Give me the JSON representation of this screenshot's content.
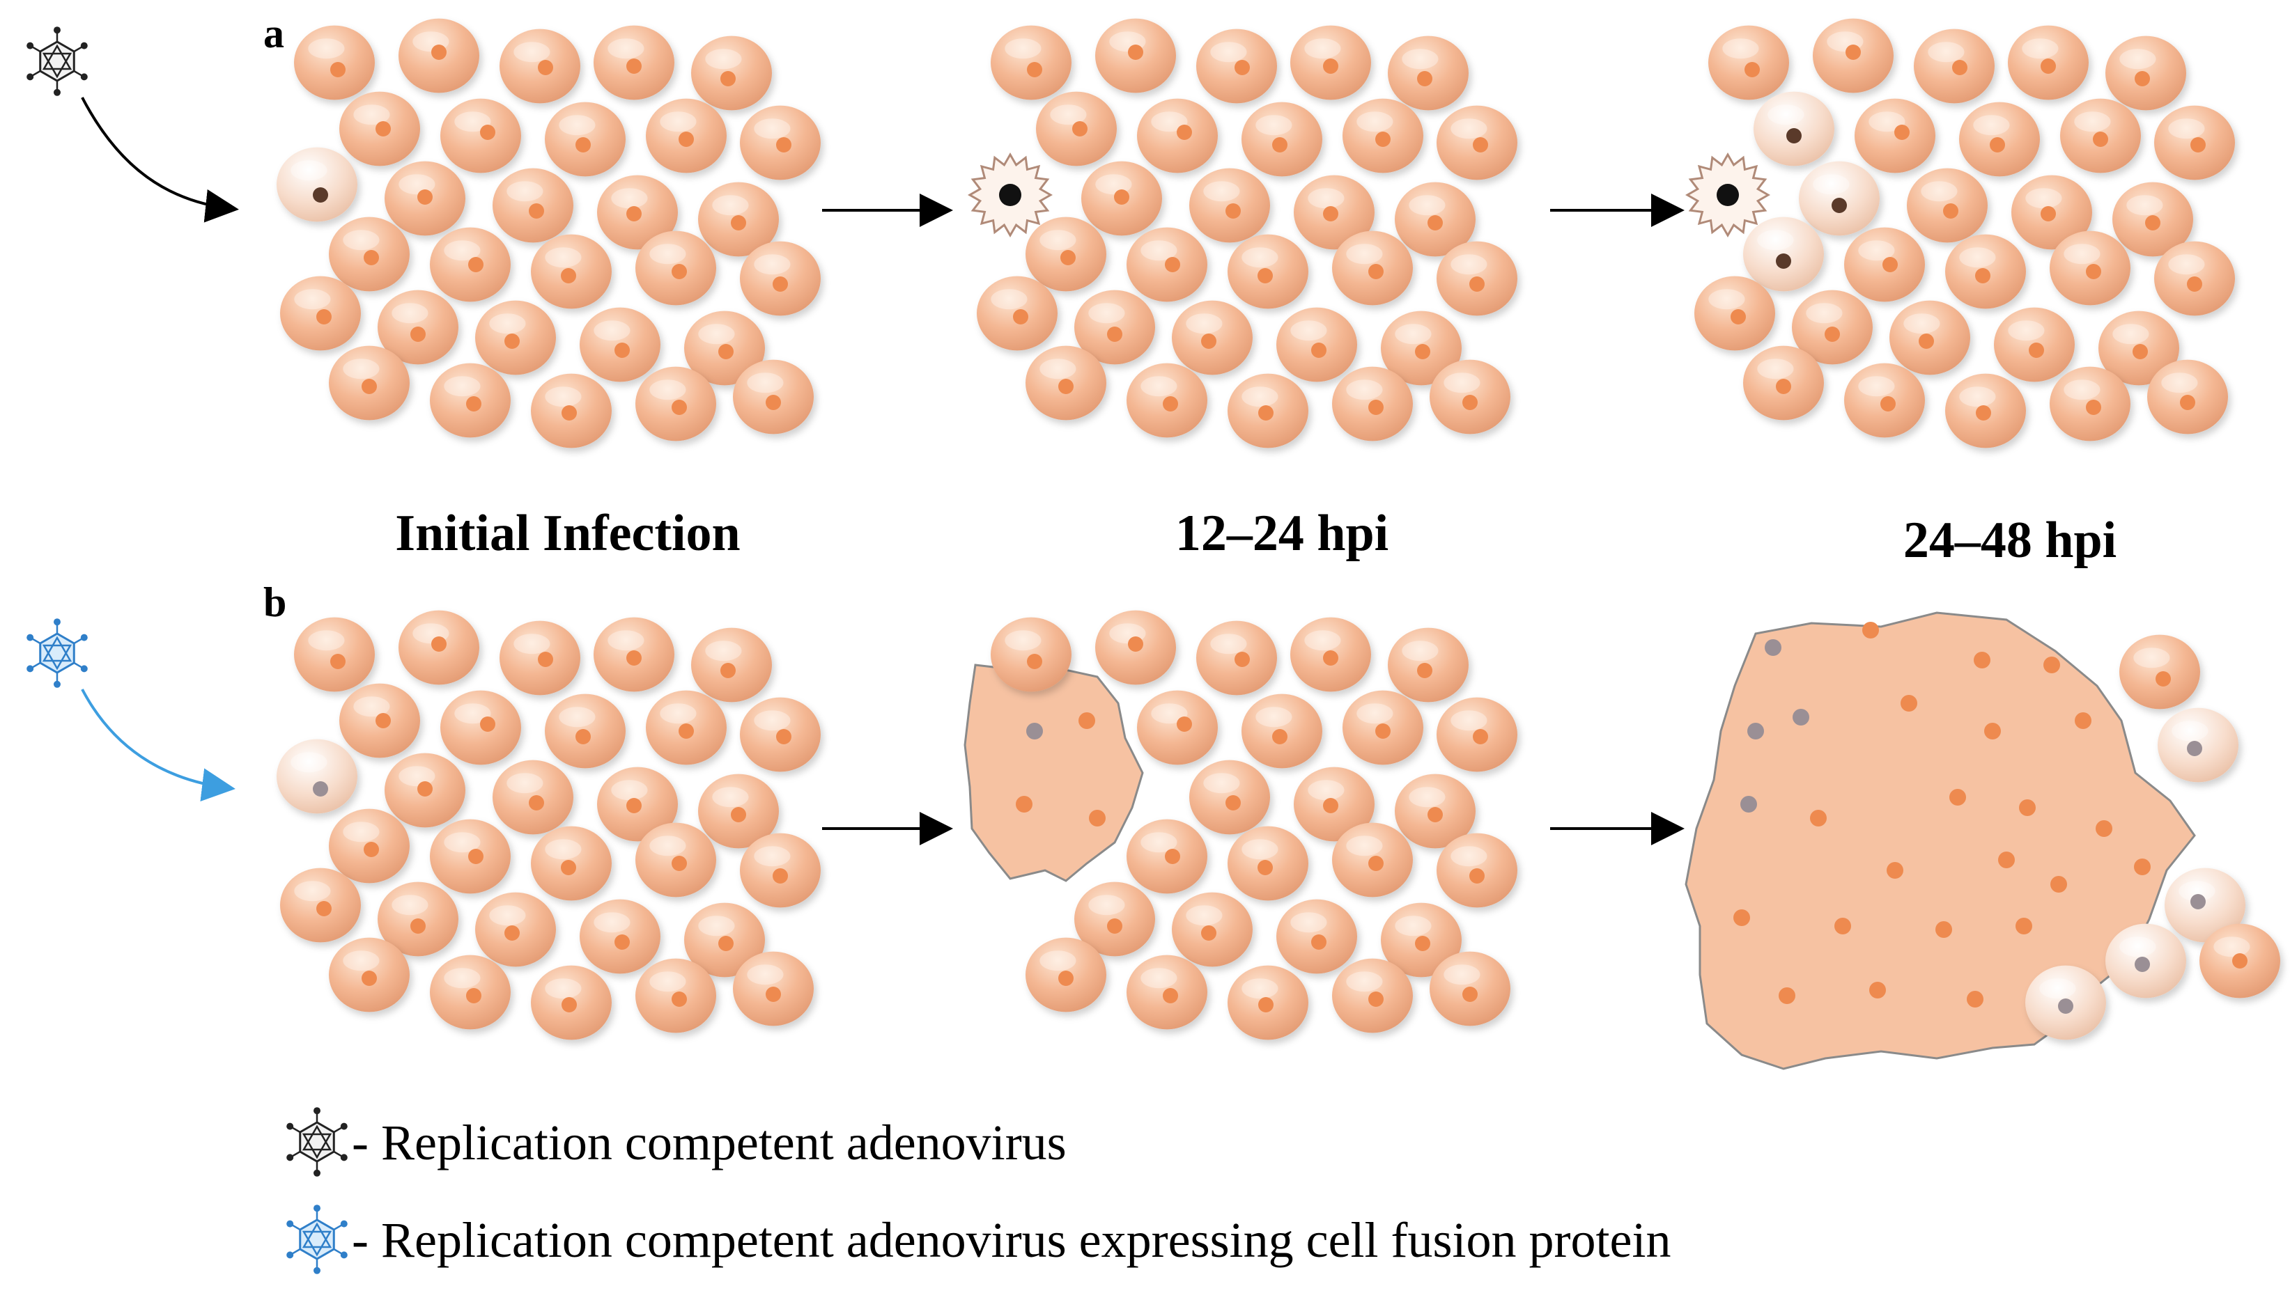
{
  "panels": {
    "a": {
      "letter": "a"
    },
    "b": {
      "letter": "b"
    }
  },
  "stages": [
    {
      "id": "initial",
      "label": "Initial Infection"
    },
    {
      "id": "mid",
      "label": "12–24 hpi"
    },
    {
      "id": "late",
      "label": "24–48 hpi"
    }
  ],
  "legend": [
    {
      "icon": "black-adenovirus-icon",
      "text": "- Replication competent adenovirus"
    },
    {
      "icon": "blue-adenovirus-icon",
      "text": "- Replication competent adenovirus expressing cell fusion protein"
    }
  ],
  "colors": {
    "cell": "#f2b58f",
    "cell_light": "#fbe0cc",
    "nucleus": "#ee8a4f",
    "infected_nucleus_a": "#5a3a2a",
    "infected_nucleus_b": "#9a8f95",
    "syncytium": "#f6c2a2",
    "black_virus": "#222222",
    "blue_virus": "#2f7fc9",
    "blue_arrow": "#3d9ee0",
    "lysed_cell": "#fdf3ec"
  }
}
